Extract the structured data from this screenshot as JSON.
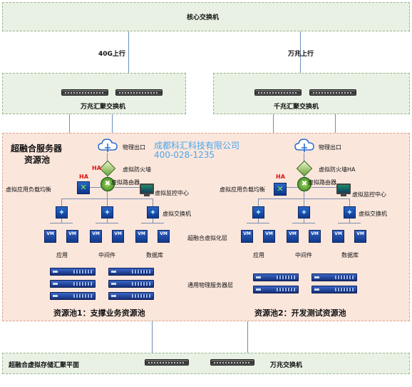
{
  "top": {
    "core_switch": "核心交换机",
    "uplink_left": "40G上行",
    "uplink_right": "万兆上行"
  },
  "aggregation": {
    "left_switch": "万兆汇聚交换机",
    "right_switch": "千兆汇聚交换机"
  },
  "pool": {
    "title_line1": "超融合服务器",
    "title_line2": "资源池",
    "watermark_company": "成都科汇科技有限公司",
    "watermark_phone": "400-028-1235",
    "hyper_layer": "超融合虚拟化层",
    "physical_layer": "通用物理服务器层",
    "pool1": {
      "physical_exit": "物理出口",
      "firewall": "虚拟防火墙",
      "ha_fw": "HA",
      "ha_lb": "HA",
      "router": "虚拟路由器",
      "load_balancer": "虚拟应用负载均衡",
      "monitor": "虚拟监控中心",
      "vswitch": "虚拟交换机",
      "vm_label": "VM",
      "groups": [
        "应用",
        "中间件",
        "数据库"
      ],
      "footer": "资源池1：支撑业务资源池"
    },
    "pool2": {
      "physical_exit": "物理出口",
      "firewall": "虚拟防火墙HA",
      "ha_lb": "HA",
      "router": "虚拟路由器",
      "load_balancer": "虚拟应用负载均衡",
      "monitor": "虚拟监控中心",
      "vswitch": "虚拟交换机",
      "vm_label": "VM",
      "groups": [
        "应用",
        "中间件",
        "数据库"
      ],
      "footer": "资源池2：开发测试资源池"
    }
  },
  "bottom": {
    "storage_plane": "超融合虚拟存储汇聚平面",
    "switch": "万兆交换机"
  },
  "colors": {
    "band_bg": "#e8f1e4",
    "pool_bg": "#fbe6dc",
    "ha_red": "#e01010",
    "watermark": "#4aa6e8"
  }
}
